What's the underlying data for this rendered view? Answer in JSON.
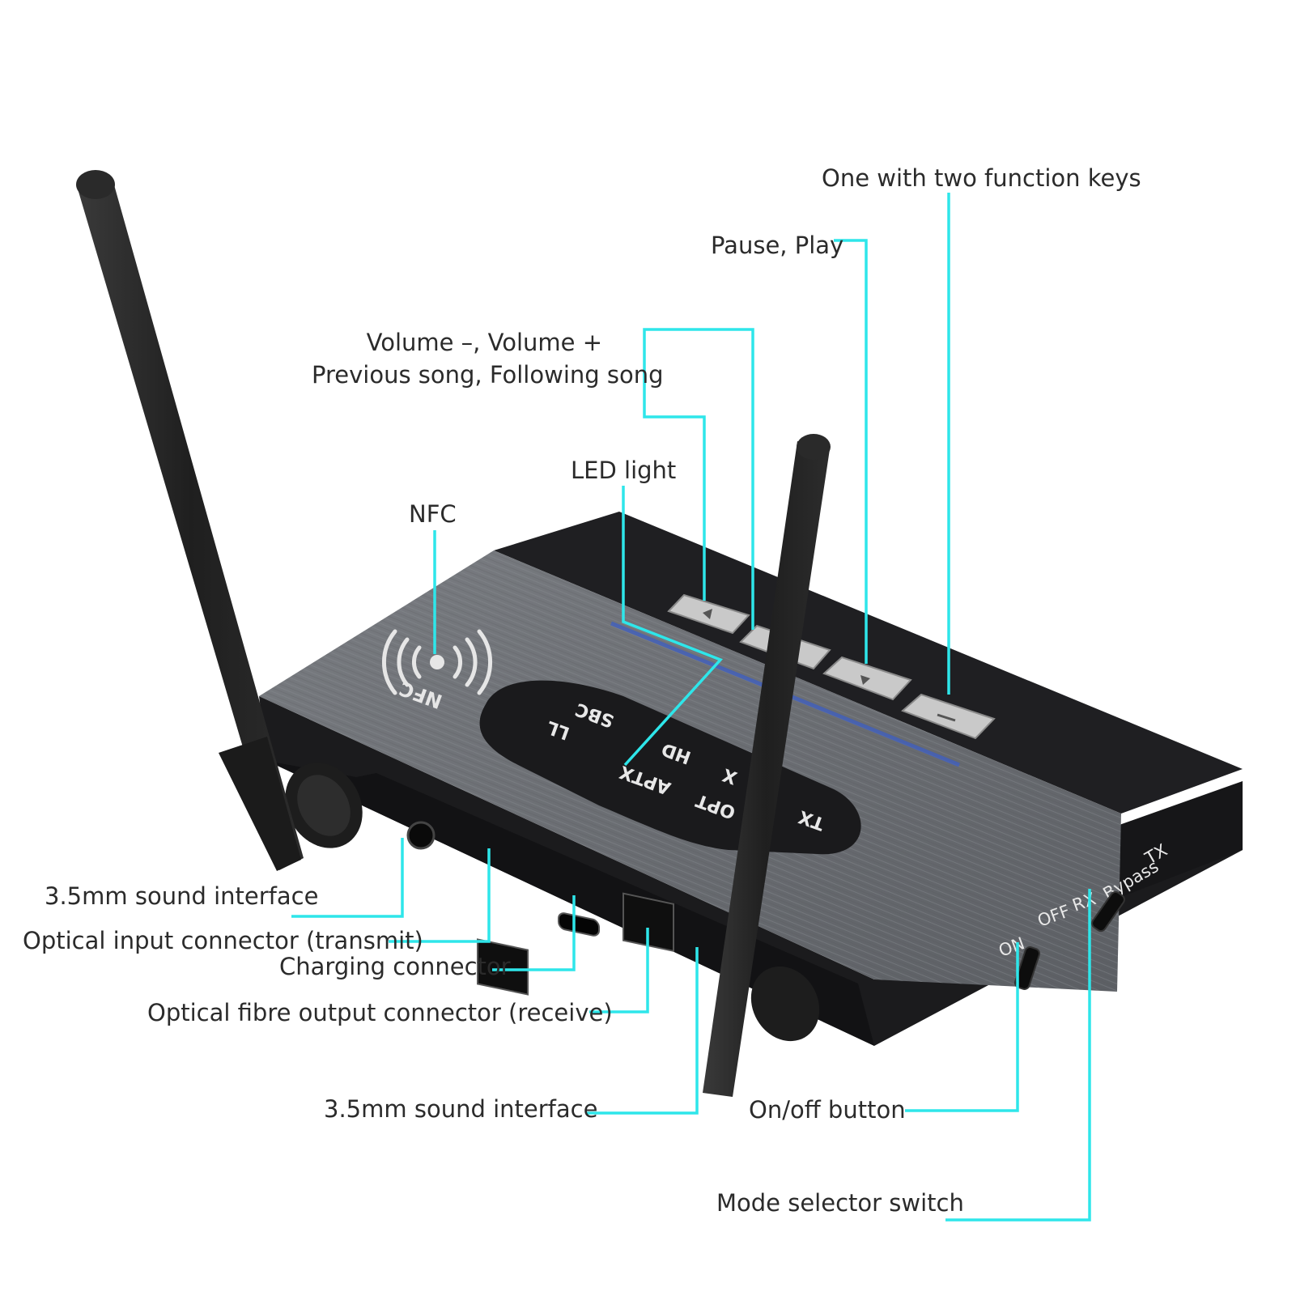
{
  "colors": {
    "leader": "#2ee6ea",
    "label_text": "#2b2b2b",
    "body_dark": "#1d1d1f",
    "panel_gray": "#6d7075",
    "antenna": "#262626",
    "print_white": "#e8e8e8"
  },
  "labels": {
    "function_keys": "One with two function keys",
    "pause_play": "Pause, Play",
    "volume_line1": "Volume –, Volume +",
    "volume_line2": "Previous song, Following song",
    "led_light": "LED light",
    "nfc": "NFC",
    "sound_interface_1": "3.5mm sound interface",
    "optical_input": "Optical input connector (transmit)",
    "charging": "Charging connector",
    "optical_output": "Optical fibre output connector (receive)",
    "sound_interface_2": "3.5mm sound interface",
    "on_off": "On/off button",
    "mode_selector": "Mode selector switch"
  },
  "device": {
    "nfc_mark": "NFC",
    "indicators": [
      "SBC",
      "LL",
      "HD",
      "APTX",
      "X",
      "OPT",
      "TX"
    ],
    "power_switch": [
      "ON",
      "OFF"
    ],
    "mode_switch": [
      "RX",
      "Bypass",
      "TX"
    ]
  }
}
